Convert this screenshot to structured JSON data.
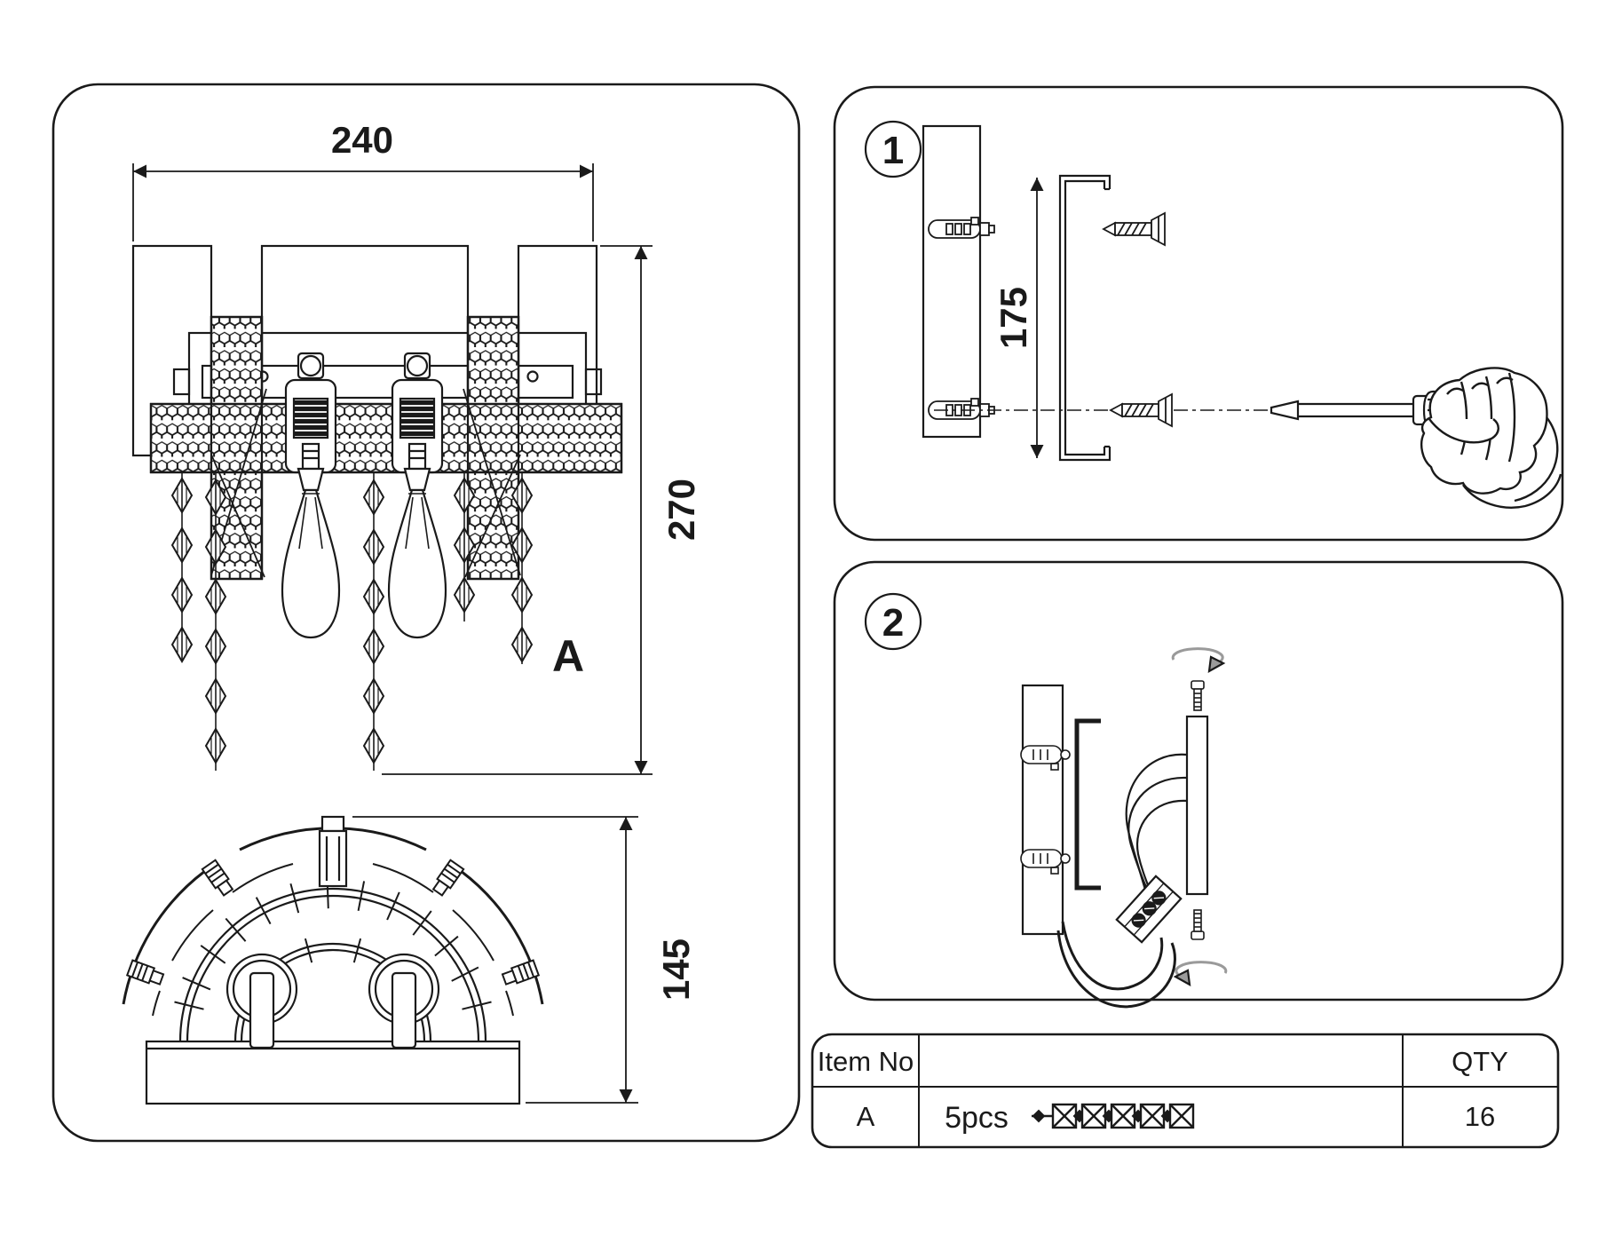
{
  "canvas": {
    "background": "#ffffff",
    "ink": "#1a1a1a",
    "muted_gray": "#9a9a9a"
  },
  "front_view": {
    "width_dim": "240",
    "height_dim": "270",
    "strand_label": "A"
  },
  "top_view": {
    "depth_dim": "145"
  },
  "step1": {
    "badge": "1",
    "bracket_dim": "175"
  },
  "step2": {
    "badge": "2"
  },
  "parts_table": {
    "item_header": "Item No",
    "qty_header": "QTY",
    "row_item": "A",
    "row_pieces": "5pcs",
    "row_qty": "16",
    "crystal_icon_count": 5
  }
}
